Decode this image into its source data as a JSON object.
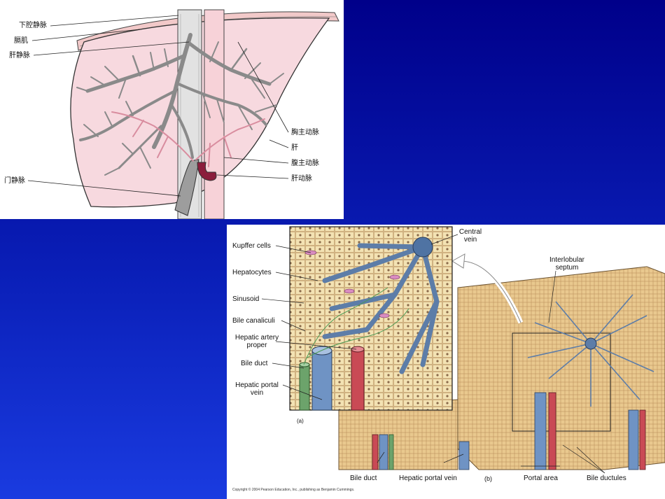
{
  "top_labels": {
    "ivc": "下腔静脉",
    "diaphragm": "膈肌",
    "hepatic_vein": "肝静脉",
    "thoracic_aorta": "胸主动脉",
    "liver": "肝",
    "abdominal_aorta": "腹主动脉",
    "hepatic_artery": "肝动脉",
    "portal_vein": "门静脉"
  },
  "bottom_labels": {
    "kupffer": "Kupffer cells",
    "hepatocytes": "Hepatocytes",
    "sinusoid": "Sinusoid",
    "canaliculi": "Bile canaliculi",
    "artery_1": "Hepatic artery",
    "artery_2": "proper",
    "bile_duct_left": "Bile duct",
    "portal_1": "Hepatic portal",
    "portal_2": "vein",
    "central_1": "Central",
    "central_2": "vein",
    "septum_1": "Interlobular",
    "septum_2": "septum",
    "panel_a": "(a)",
    "panel_b": "(b)",
    "bile_duct_bottom": "Bile duct",
    "portal_vein_bottom": "Hepatic portal vein",
    "portal_area": "Portal area",
    "bile_ductules": "Bile ductules",
    "copyright": "Copyright © 2004 Pearson Education, Inc., publishing as Benjamin Cummings."
  }
}
